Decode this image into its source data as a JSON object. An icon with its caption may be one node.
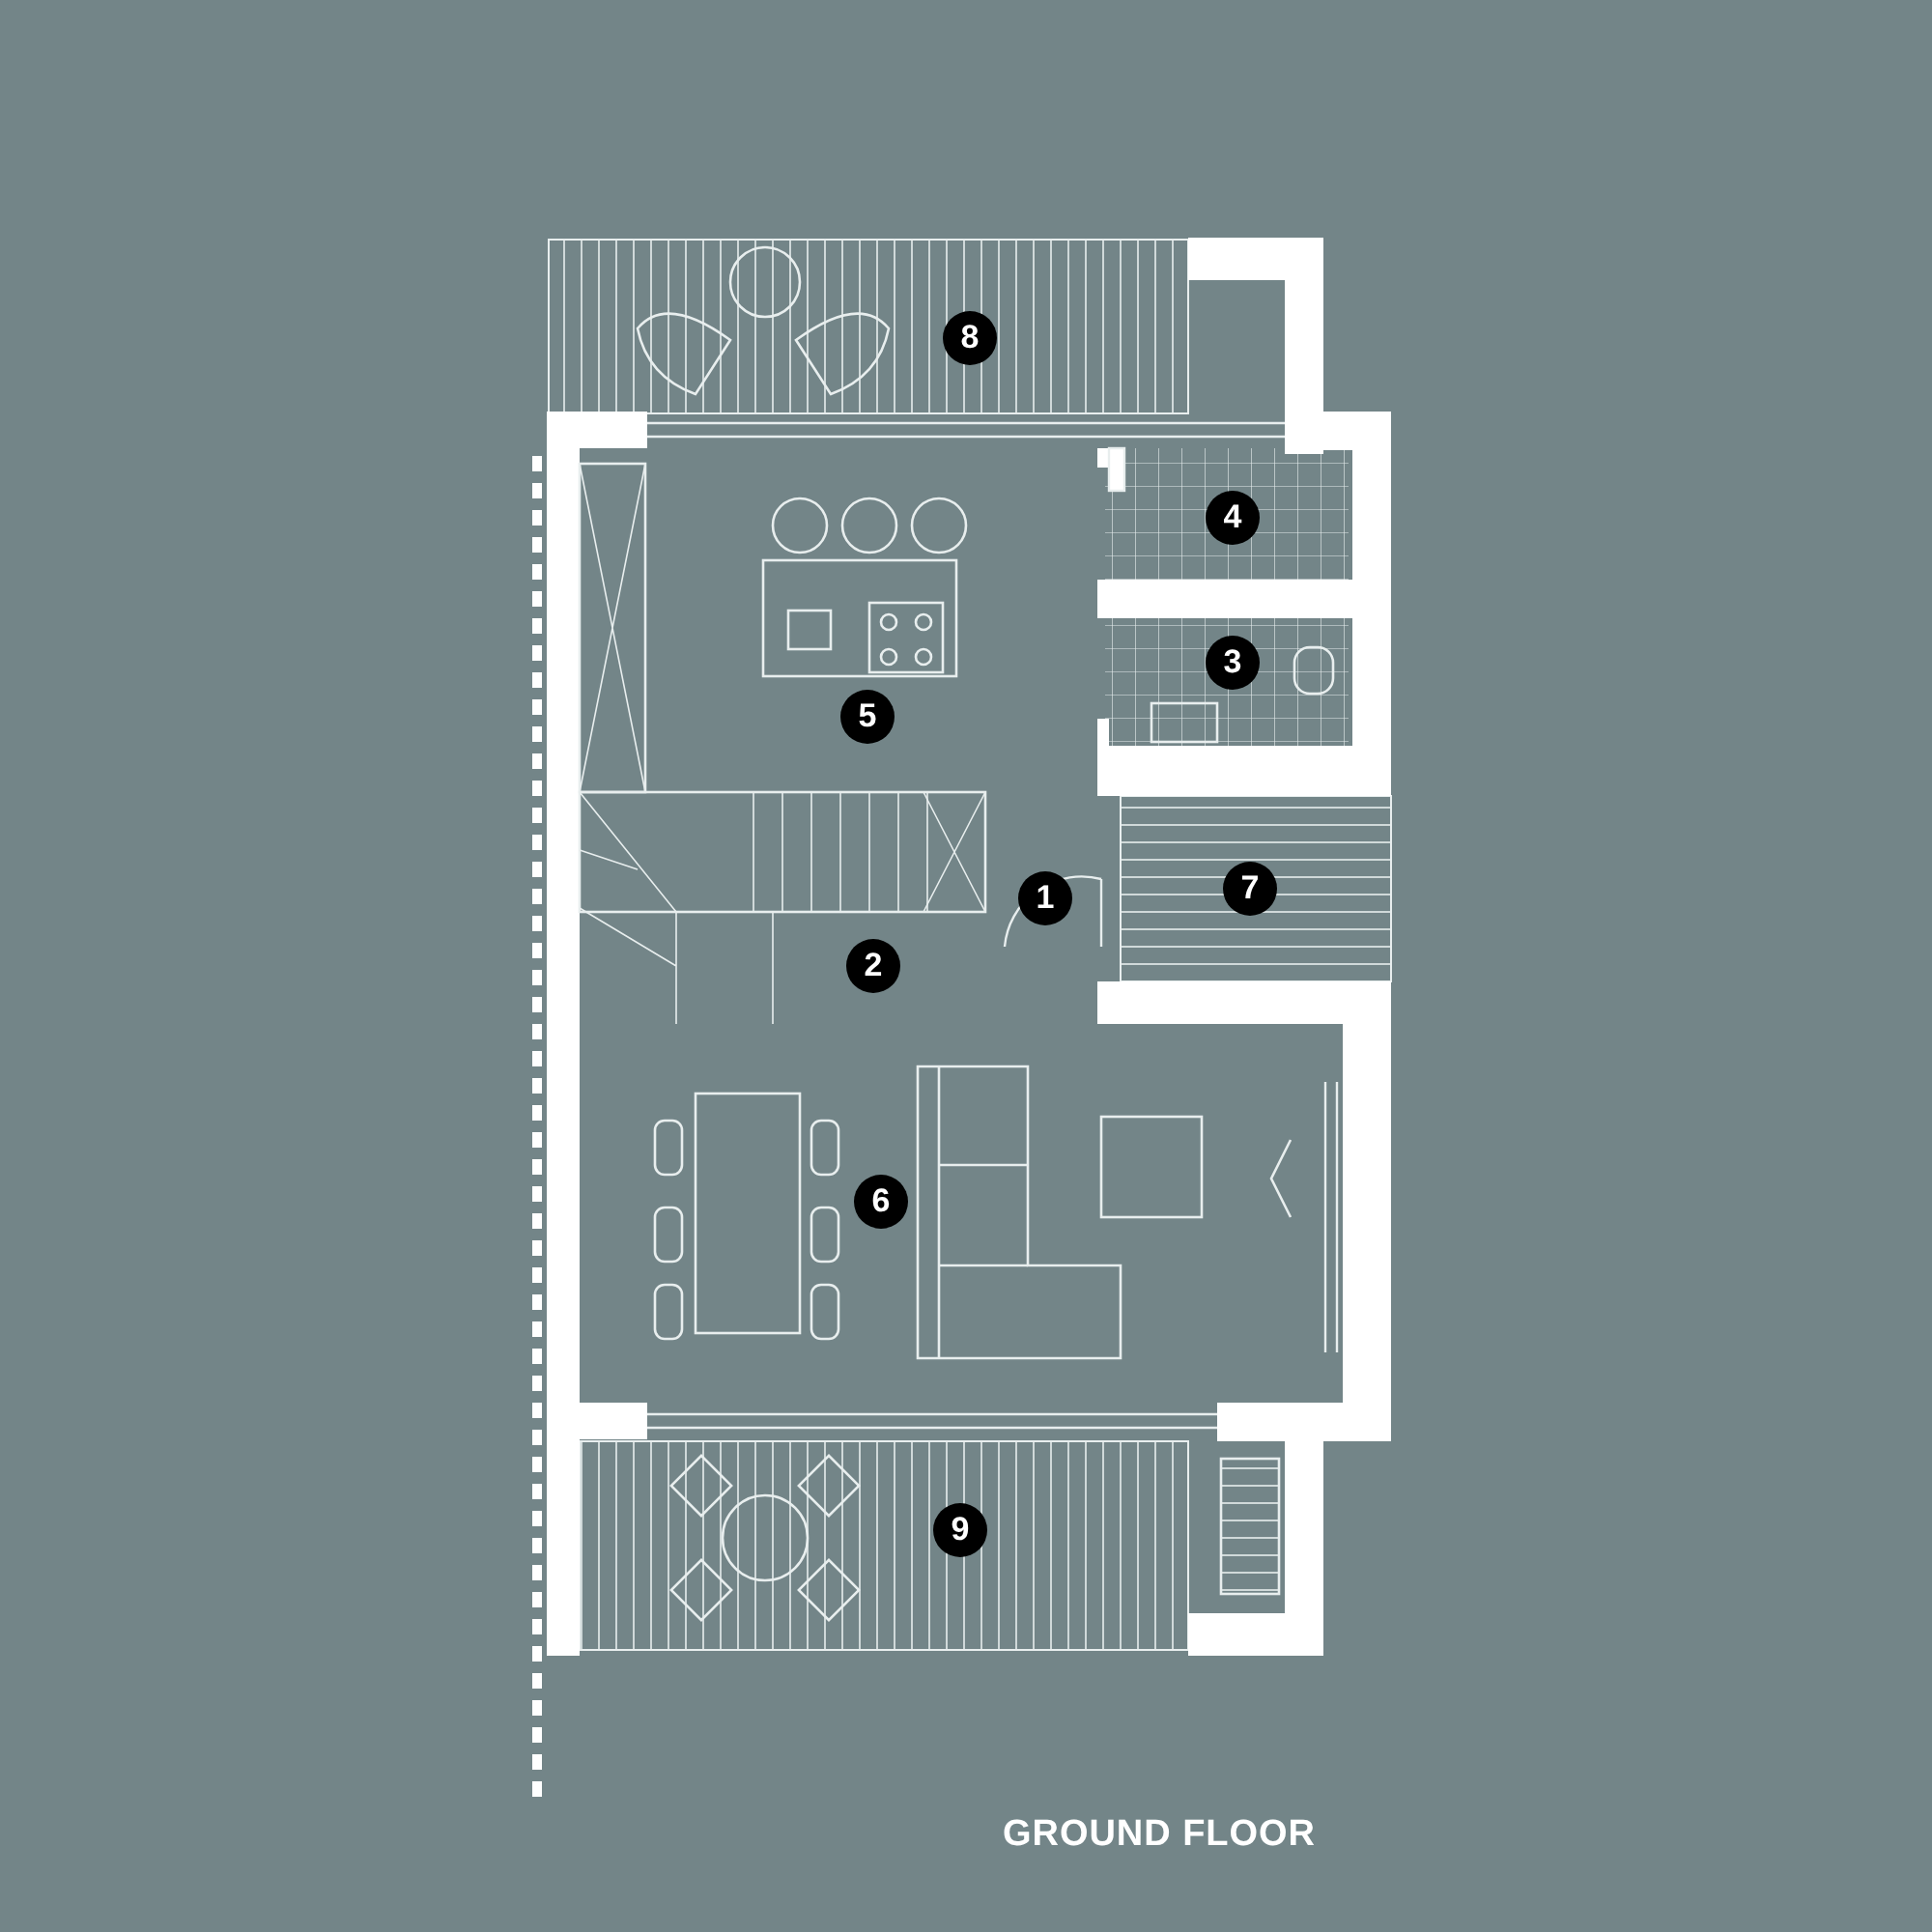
{
  "diagram": {
    "title": "GROUND FLOOR",
    "labels": [
      "8",
      "4",
      "3",
      "5",
      "1",
      "7",
      "2",
      "6",
      "9"
    ]
  }
}
